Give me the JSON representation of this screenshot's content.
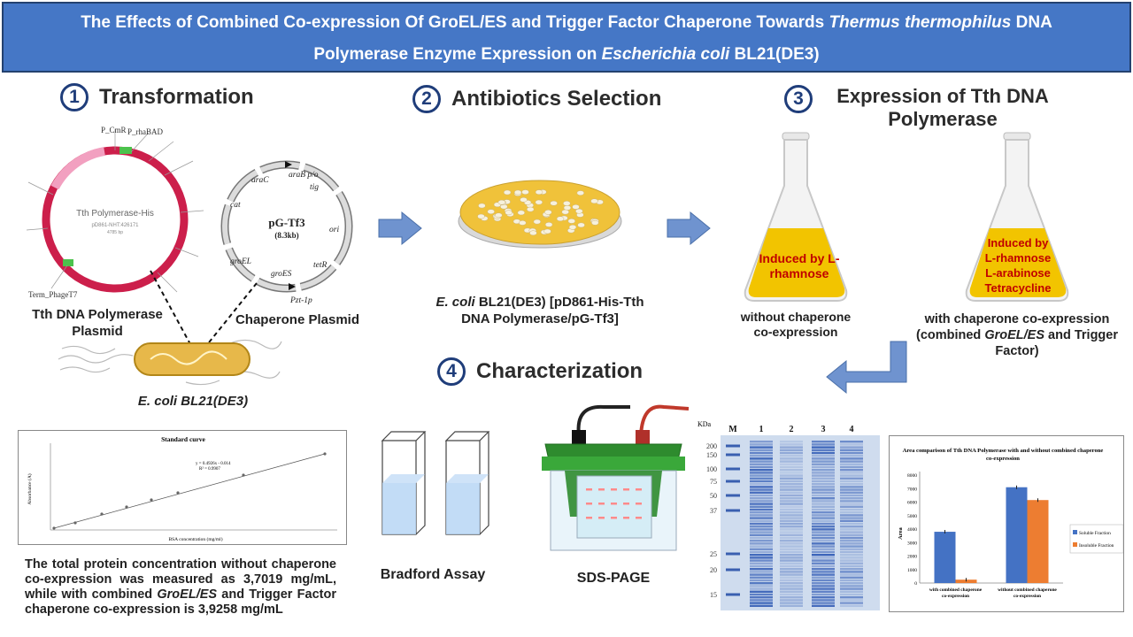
{
  "banner": {
    "line1_a": "The Effects of Combined Co-expression Of GroEL/ES and Trigger Factor Chaperone Towards ",
    "line1_i": "Thermus thermophilus",
    "line1_b": " DNA",
    "line2_a": "Polymerase Enzyme Expression on ",
    "line2_i": "Escherichia coli",
    "line2_b": " BL21(DE3)"
  },
  "steps": [
    {
      "num": "1",
      "title": "Transformation"
    },
    {
      "num": "2",
      "title": "Antibiotics Selection"
    },
    {
      "num": "3",
      "title": "Expression of Tth DNA Polymerase"
    },
    {
      "num": "4",
      "title": "Characterization"
    }
  ],
  "plasmid1": {
    "name": "Tth Polymerase-His",
    "sub": "pD861-NHT:426171",
    "bp": "4785 bp",
    "caption": "Tth DNA Polymerase Plasmid",
    "features": [
      "P_CmR",
      "P_rhaBAD",
      "Term_PhageT7"
    ]
  },
  "plasmid2": {
    "name": "pG-Tf3",
    "size": "(8.3kb)",
    "caption": "Chaperone Plasmid",
    "genes": [
      "araC",
      "araB p/o",
      "tig",
      "cat",
      "ori",
      "groEL",
      "groES",
      "tetR",
      "Pzt-1p"
    ]
  },
  "bacterium_caption": "E. coli BL21(DE3)",
  "selection_caption_i": "E. coli",
  "selection_caption": " BL21(DE3) [pD861-His-Tth DNA Polymerase/pG-Tf3]",
  "flask1": {
    "label": "Induced by L-rhamnose",
    "caption": "without chaperone co-expression"
  },
  "flask2": {
    "label_lines": [
      "Induced by",
      "L-rhamnose",
      "L-arabinose",
      "Tetracycline"
    ],
    "caption_a": "with chaperone co-expression (combined ",
    "caption_i": "GroEL/ES",
    "caption_b": " and Trigger Factor)"
  },
  "std_curve": {
    "title": "Standard curve",
    "equation": "y = 0.4926x - 0.014",
    "r2": "R² = 0.9907",
    "xlabel": "BSA concentration (mg/ml)",
    "ylabel": "Absorbance (A)"
  },
  "note": {
    "a": "The total protein concentration without chaperone co-expression was measured as 3,7019 mg/mL, while with combined ",
    "i": "GroEL/ES",
    "b": " and Trigger Factor chaperone co-expression is 3,9258 mg/mL"
  },
  "bradford_label": "Bradford Assay",
  "sds_label": "SDS-PAGE",
  "gel": {
    "kda_label": "KDa",
    "markers": [
      "200",
      "150",
      "100",
      "75",
      "50",
      "37",
      "25",
      "20",
      "15"
    ],
    "lanes": [
      "M",
      "1",
      "2",
      "3",
      "4"
    ]
  },
  "chart_data": {
    "type": "bar",
    "title": "Area comparison of Tth DNA Polymerase with and without combined chaperone co-expression",
    "categories": [
      "with combined chaperone co-expression",
      "without combined chaperone co-expression"
    ],
    "series": [
      {
        "name": "Soluble Fraction",
        "values": [
          3800,
          7100
        ],
        "color": "#4472c4"
      },
      {
        "name": "Insoluble Fraction",
        "values": [
          250,
          6150
        ],
        "color": "#ed7d31"
      }
    ],
    "ylabel": "Area",
    "ylim": [
      0,
      8000
    ],
    "yticks": [
      "0",
      "1000",
      "2000",
      "3000",
      "4000",
      "5000",
      "6000",
      "7000",
      "8000"
    ],
    "legend": "right"
  },
  "colors": {
    "banner": "#4577c6",
    "arrow": "#6f93cf",
    "plate": "#f0c23a",
    "liquid": "#f2c400",
    "induce_text": "#c00000"
  }
}
